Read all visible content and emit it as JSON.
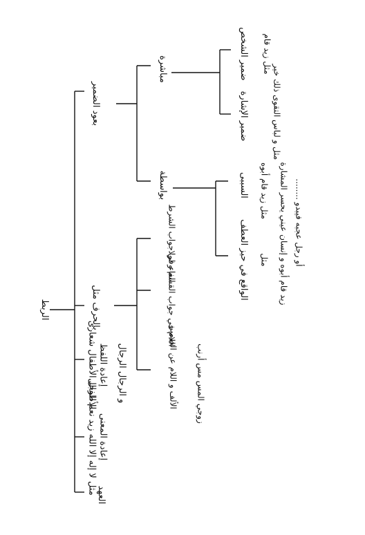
{
  "diagram": {
    "root": "الربط",
    "branch_pronoun": "بعود الضمير",
    "branch_meaning": "إعادة المعنى",
    "example_meaning": "مثل لا إله إلا الله زيد نعم الرجل",
    "branch_agreement": "العهد",
    "branch_word": "إعادة اللفظ",
    "example_word": "الأطفال الأطفال شعارى",
    "example_word_2": "و الرجال الرجال",
    "branch_letter": "بالحرف مثل",
    "letter_fa": "الفاء في جواب الشرط",
    "letter_lam": "اللام في جواب القسم و لولا",
    "letter_alif": "الألف و اللام عن الضمير",
    "letter_alif_ex": "زوجي المس مس أرنب",
    "pronoun_direct": "مباشرة",
    "pronoun_indirect": "بواسطة",
    "indirect_sabab": "السببى",
    "indirect_atf": "الواقع في حيز العطف",
    "ex_sabab": "مثل زيد قام أبوه",
    "ex_atf_1": "مثل",
    "ex_atf_2": "زيد قام أبوه و إنسان عيني يحسر المشارة",
    "ex_atf_3": "أو رجل عجبه فيبدو ........",
    "direct_person": "ضمير الشخص",
    "direct_isharah": "ضمير الإشارة",
    "ex_person": "مثل زيد قام",
    "ex_isharah": "مثل و لباس التقوى ذلك خير"
  }
}
